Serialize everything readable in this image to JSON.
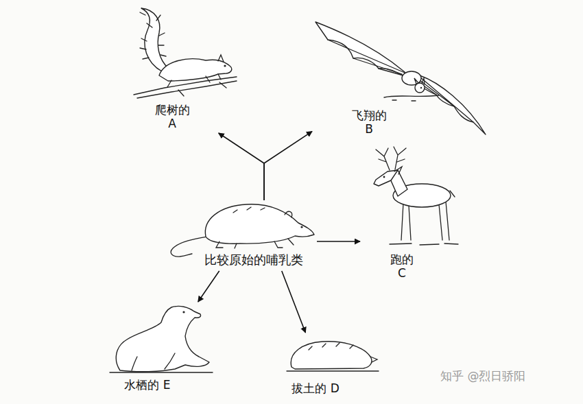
{
  "diagram": {
    "nodes": [
      {
        "text": [
          "爬树的 A"
        ]
      },
      {
        "text": [
          "飞翔的 B"
        ]
      },
      {
        "text": [
          "跑的 C"
        ]
      },
      {
        "text": [
          "比较原始的哺乳类"
        ]
      },
      {
        "text": [
          "水栖的 E"
        ]
      },
      {
        "text": [
          "拔土的 D"
        ]
      }
    ],
    "edges": [
      {
        "from": 3,
        "to": 0,
        "arrow": "to"
      },
      {
        "from": 3,
        "to": 1,
        "arrow": "to"
      },
      {
        "from": 3,
        "to": 2,
        "arrow": "to"
      },
      {
        "from": 3,
        "to": 4,
        "arrow": "to"
      },
      {
        "from": 3,
        "to": 5,
        "arrow": "to"
      }
    ],
    "labels": [
      "知乎 @烈日骄阳"
    ]
  }
}
